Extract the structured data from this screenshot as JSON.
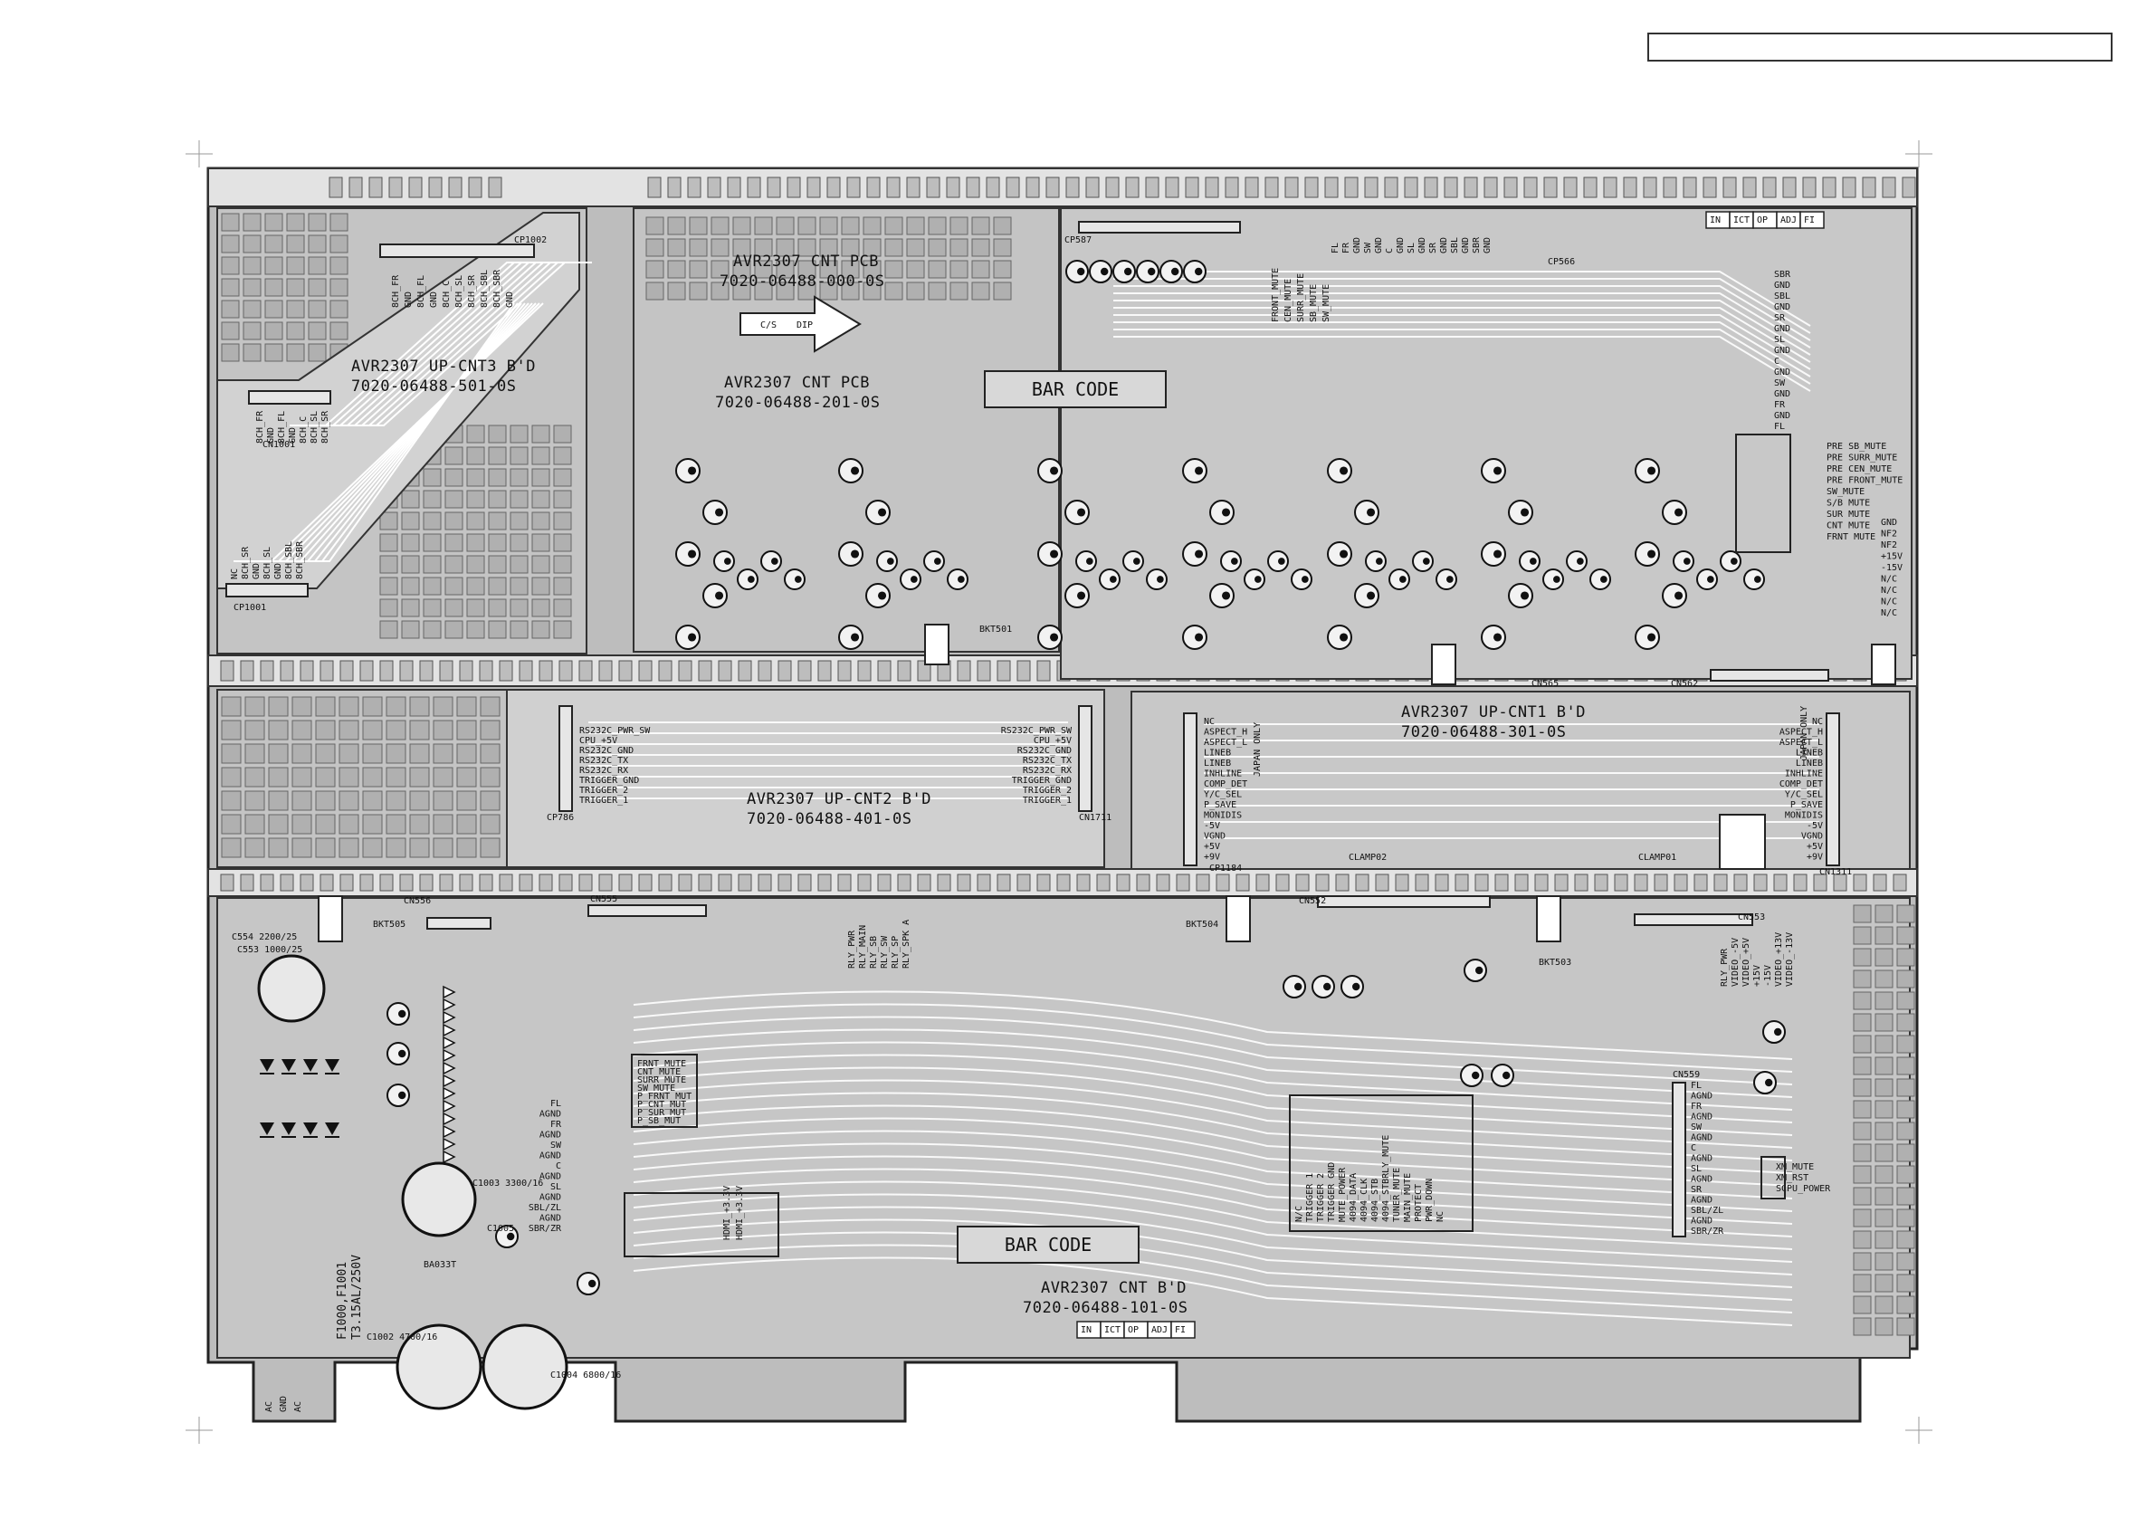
{
  "colors": {
    "board": "#bdbdbd",
    "trace": "#ffffff",
    "ink": "#111111",
    "pad": "#d8d8d8"
  },
  "boards": {
    "cnt_pcb_1": {
      "name": "AVR2307 CNT PCB",
      "code": "7020-06488-000-0S"
    },
    "cnt_pcb_2": {
      "name": "AVR2307 CNT PCB",
      "code": "7020-06488-201-0S"
    },
    "up_cnt3": {
      "name": "AVR2307 UP-CNT3 B'D",
      "code": "7020-06488-501-0S"
    },
    "up_cnt2": {
      "name": "AVR2307 UP-CNT2 B'D",
      "code": "7020-06488-401-0S"
    },
    "up_cnt1": {
      "name": "AVR2307 UP-CNT1 B'D",
      "code": "7020-06488-301-0S"
    },
    "cnt_bd": {
      "name": "AVR2307 CNT B'D",
      "code": "7020-06488-101-0S"
    }
  },
  "barcode_top": "BAR CODE",
  "barcode_bottom": "BAR CODE",
  "arrow_label_left": "C/S",
  "arrow_label_right": "DIP",
  "check_boxes_top": [
    "IN",
    "ICT",
    "OP",
    "ADJ",
    "FI"
  ],
  "check_boxes_bottom": [
    "IN",
    "ICT",
    "OP",
    "ADJ",
    "FI"
  ],
  "connectors": {
    "cp1002": "CP1002",
    "cn1001": "CN1001",
    "cp1001": "CP1001",
    "cp786": "CP786",
    "cn1711": "CN1711",
    "cn1311": "CN1311",
    "cp1184": "CP1184",
    "cn556": "CN556",
    "cn555": "CN555",
    "cn552": "CN552",
    "cn553": "CN553",
    "cn559": "CN559",
    "cn562": "CN562",
    "cn565": "CN565",
    "cp566": "CP566",
    "cp587": "CP587",
    "bkt505": "BKT505",
    "bkt504": "BKT504",
    "bkt503": "BKT503",
    "bkt501": "BKT501",
    "clamp01": "CLAMP01",
    "clamp02": "CLAMP02"
  },
  "up_cnt3_pins_top": [
    "8CH_FR",
    "GND",
    "8CH_FL",
    "GND",
    "8CH_C",
    "8CH_SL",
    "8CH_SR",
    "8CH_SBL",
    "8CH_SBR",
    "GND"
  ],
  "up_cnt3_pins_mid": [
    "8CH_FR",
    "GND",
    "8CH_FL",
    "GND",
    "8CH_C",
    "8CH_SL",
    "8CH_SR"
  ],
  "up_cnt3_pins_bot": [
    "NC",
    "8CH_SR",
    "GND",
    "8CH_SL",
    "GND",
    "8CH_SBL",
    "8CH_SBR"
  ],
  "rs232_left": [
    "RS232C_PWR_SW",
    "CPU_+5V",
    "RS232C_GND",
    "RS232C_TX",
    "RS232C_RX",
    "TRIGGER_GND",
    "TRIGGER_2",
    "TRIGGER_1"
  ],
  "rs232_right": [
    "RS232C_PWR_SW",
    "CPU_+5V",
    "RS232C_GND",
    "RS232C_TX",
    "RS232C_RX",
    "TRIGGER_GND",
    "TRIGGER_2",
    "TRIGGER_1"
  ],
  "up_cnt1_left": [
    "NC",
    "ASPECT_H",
    "ASPECT_L",
    "LINEB",
    "LINEB",
    "INHLINE",
    "COMP_DET",
    "Y/C_SEL",
    "P_SAVE",
    "MONIDIS",
    "-5V",
    "VGND",
    "+5V",
    "+9V"
  ],
  "up_cnt1_right": [
    "NC",
    "ASPECT_H",
    "ASPECT_L",
    "LINEB",
    "LINEB",
    "INHLINE",
    "COMP_DET",
    "Y/C_SEL",
    "P_SAVE",
    "MONIDIS",
    "-5V",
    "VGND",
    "+5V",
    "+9V"
  ],
  "japan_only": "JAPAN ONLY",
  "top_right_pins": [
    "SBR",
    "GND",
    "SBL",
    "GND",
    "SR",
    "GND",
    "SL",
    "GND",
    "C",
    "GND",
    "SW",
    "GND",
    "FR",
    "GND",
    "FL"
  ],
  "mute_pins": [
    "PRE SB_MUTE",
    "PRE SURR_MUTE",
    "PRE CEN_MUTE",
    "PRE FRONT_MUTE",
    "SW_MUTE",
    "S/B MUTE",
    "SUR MUTE",
    "CNT MUTE",
    "FRNT MUTE"
  ],
  "power_pins": [
    "GND",
    "NF2",
    "NF2",
    "+15V",
    "-15V",
    "N/C",
    "N/C",
    "N/C",
    "N/C"
  ],
  "top_vertical_pins": [
    "FRONT_MUTE",
    "CEN_MUTE",
    "SURR_MUTE",
    "SB_MUTE",
    "SW_MUTE"
  ],
  "top_gnd_pins": [
    "FL",
    "FR",
    "GND",
    "SW",
    "GND",
    "C",
    "GND",
    "SL",
    "GND",
    "SR",
    "GND",
    "SBL",
    "GND",
    "SBR",
    "GND"
  ],
  "out_pins_left": [
    "FL",
    "AGND",
    "FR",
    "AGND",
    "SW",
    "AGND",
    "C",
    "AGND",
    "SL",
    "AGND",
    "SBL/ZL",
    "AGND",
    "SBR/ZR"
  ],
  "out_pins_right": [
    "FL",
    "AGND",
    "FR",
    "AGND",
    "SW",
    "AGND",
    "C",
    "AGND",
    "SL",
    "AGND",
    "SR",
    "AGND",
    "SBL/ZL",
    "AGND",
    "SBR/ZR"
  ],
  "xm_pins": [
    "XM_MUTE",
    "XM_RST",
    "SCPU_POWER"
  ],
  "ac_pins": [
    "AC",
    "GND",
    "AC"
  ],
  "fuse_text": [
    "F1000,F1001",
    "T3.15AL/250V"
  ],
  "trigger_block": [
    "N/C",
    "TRIGGER 1",
    "TRIGGER 2",
    "TRIGGER GND",
    "MUTE_POWER",
    "4094_DATA",
    "4094_CLK",
    "4094_STB",
    "4094_STBRLY_MUTE",
    "TUNER_MUTE",
    "MAIN_MUTE",
    "PROTECT",
    "PWR_DOWN",
    "NC"
  ],
  "relay_block": [
    "RLY_PWR",
    "RLY_MAIN",
    "RLY_SB",
    "RLY_SW",
    "RLY_SP",
    "RLY_SPK A"
  ],
  "mute_block": [
    "FRNT_MUTE",
    "CNT_MUTE",
    "SURR_MUTE",
    "SW_MUTE",
    "P_FRNT_MUT",
    "P_CNT_MUT",
    "P_SUR_MUT",
    "P_SB_MUT"
  ],
  "hdmi_block": [
    "HDMI_+3.3V",
    "HDMI_+3.3V"
  ],
  "video_pins": [
    "RLY_PWR",
    "VIDEO_-5V",
    "VIDEO_+5V",
    "+15V",
    "-15V",
    "VIDEO_+13V",
    "VIDEO_-13V"
  ],
  "ic_labels": {
    "bu033t": "BA033T",
    "c1003": "C1003 3300/16",
    "c1004": "C1004 6800/16",
    "c1005": "C1005",
    "c1002": "C1002 4700/16",
    "c554": "C554 2200/25",
    "c553": "C553 1000/25"
  }
}
